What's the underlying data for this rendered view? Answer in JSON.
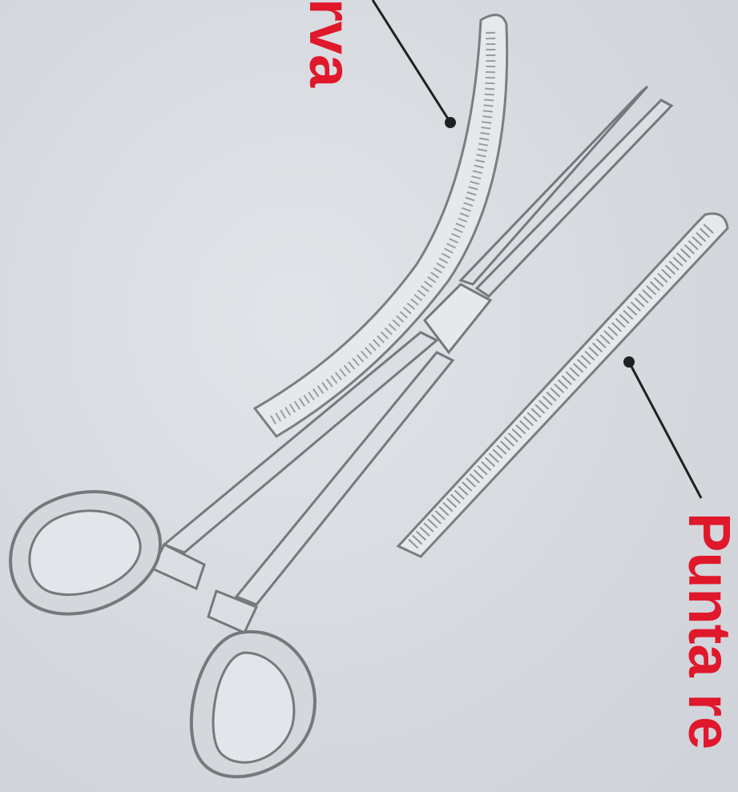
{
  "labels": {
    "top": "rva",
    "right": "Punta re"
  },
  "colors": {
    "label_red": "#e0182b",
    "pencil": "#7b7d82",
    "paper": "#d9dbe0"
  },
  "icons": {
    "instrument": "hemostatic-forceps-drawing",
    "curved_tip": "curved-jaw-detail",
    "straight_tip": "straight-jaw-detail"
  }
}
